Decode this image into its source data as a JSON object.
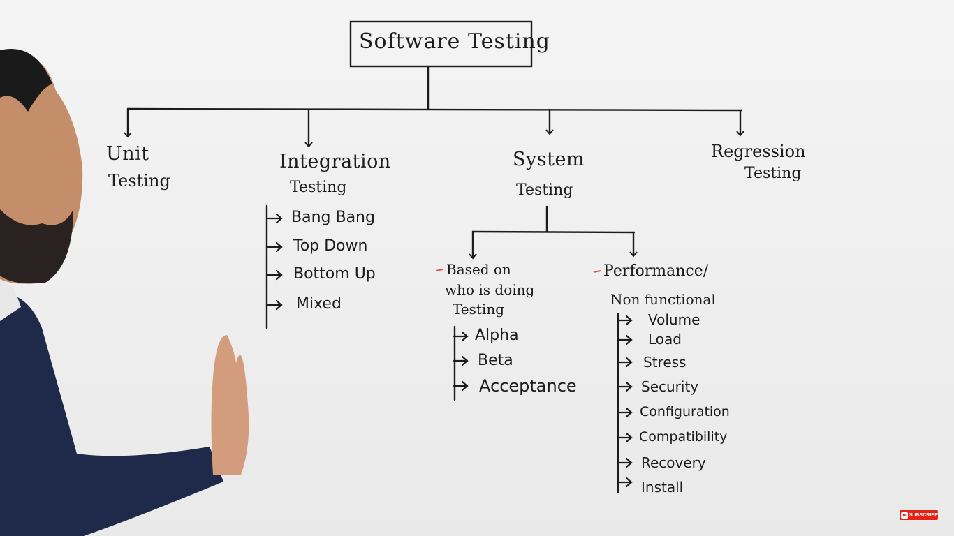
{
  "root": "Software Testing",
  "branches": [
    {
      "id": "unit",
      "line1": "Unit",
      "line2": "Testing"
    },
    {
      "id": "integration",
      "line1": "Integration",
      "line2": "Testing",
      "items": [
        "Bang Bang",
        "Top Down",
        "Bottom Up",
        "Mixed"
      ]
    },
    {
      "id": "system",
      "line1": "System",
      "line2": "Testing"
    },
    {
      "id": "regression",
      "line1": "Regression",
      "line2": "Testing"
    }
  ],
  "system_children": [
    {
      "id": "based-on",
      "lines": [
        "Based on",
        "who is doing",
        "Testing"
      ],
      "items": [
        "Alpha",
        "Beta",
        "Acceptance"
      ]
    },
    {
      "id": "performance",
      "lines": [
        "Performance/",
        "Non functional"
      ],
      "items": [
        "Volume",
        "Load",
        "Stress",
        "Security",
        "Configuration",
        "Compatibility",
        "Recovery",
        "Install"
      ]
    }
  ],
  "subscribe_label": "SUBSCRIBE",
  "colors": {
    "ink": "#1c1c1c",
    "board": "#efefef",
    "marker_red": "#d9534f",
    "sweater": "#1f2a4a"
  }
}
